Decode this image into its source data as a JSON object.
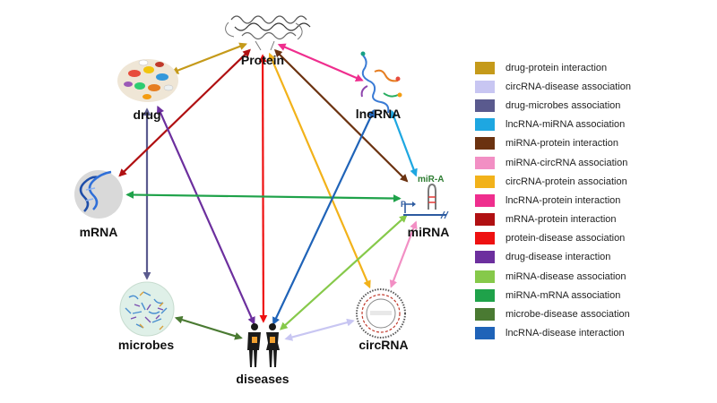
{
  "nodes": {
    "protein": "Protein",
    "lncrna": "lncRNA",
    "drug": "drug",
    "mrna": "mRNA",
    "mirna": "miRNA",
    "mir_label": "miR-A",
    "promoter_label": "P",
    "microbes": "microbes",
    "circrna": "circRNA",
    "diseases": "diseases"
  },
  "edges": [
    {
      "from": "drug",
      "to": "protein",
      "color": "#c59a1a"
    },
    {
      "from": "circrna",
      "to": "diseases",
      "color": "#c8c6f2"
    },
    {
      "from": "drug",
      "to": "microbes",
      "color": "#5a5a8e"
    },
    {
      "from": "lncrna",
      "to": "mirna",
      "color": "#1ea7e1"
    },
    {
      "from": "mirna",
      "to": "protein",
      "color": "#6b3210"
    },
    {
      "from": "mirna",
      "to": "circrna",
      "color": "#f28fc4"
    },
    {
      "from": "circrna",
      "to": "protein",
      "color": "#f2b21a"
    },
    {
      "from": "lncrna",
      "to": "protein",
      "color": "#ef2e8e"
    },
    {
      "from": "mrna",
      "to": "protein",
      "color": "#b01012"
    },
    {
      "from": "protein",
      "to": "diseases",
      "color": "#ee1111"
    },
    {
      "from": "drug",
      "to": "diseases",
      "color": "#6c2f9e"
    },
    {
      "from": "mirna",
      "to": "diseases",
      "color": "#86c94a"
    },
    {
      "from": "mirna",
      "to": "mrna",
      "color": "#1fa24a"
    },
    {
      "from": "microbes",
      "to": "diseases",
      "color": "#4a7a32"
    },
    {
      "from": "lncrna",
      "to": "diseases",
      "color": "#1f63b8"
    }
  ],
  "legend": [
    {
      "label": "drug-protein interaction",
      "color": "#c59a1a"
    },
    {
      "label": "circRNA-disease association",
      "color": "#c8c6f2"
    },
    {
      "label": "drug-microbes association",
      "color": "#5a5a8e"
    },
    {
      "label": "lncRNA-miRNA association",
      "color": "#1ea7e1"
    },
    {
      "label": "miRNA-protein interaction",
      "color": "#6b3210"
    },
    {
      "label": "miRNA-circRNA association",
      "color": "#f28fc4"
    },
    {
      "label": "circRNA-protein association",
      "color": "#f2b21a"
    },
    {
      "label": "lncRNA-protein interaction",
      "color": "#ef2e8e"
    },
    {
      "label": "mRNA-protein interaction",
      "color": "#b01012"
    },
    {
      "label": "protein-disease association",
      "color": "#ee1111"
    },
    {
      "label": "drug-disease interaction",
      "color": "#6c2f9e"
    },
    {
      "label": "miRNA-disease association",
      "color": "#86c94a"
    },
    {
      "label": "miRNA-mRNA association",
      "color": "#1fa24a"
    },
    {
      "label": "microbe-disease association",
      "color": "#4a7a32"
    },
    {
      "label": "lncRNA-disease interaction",
      "color": "#1f63b8"
    }
  ]
}
